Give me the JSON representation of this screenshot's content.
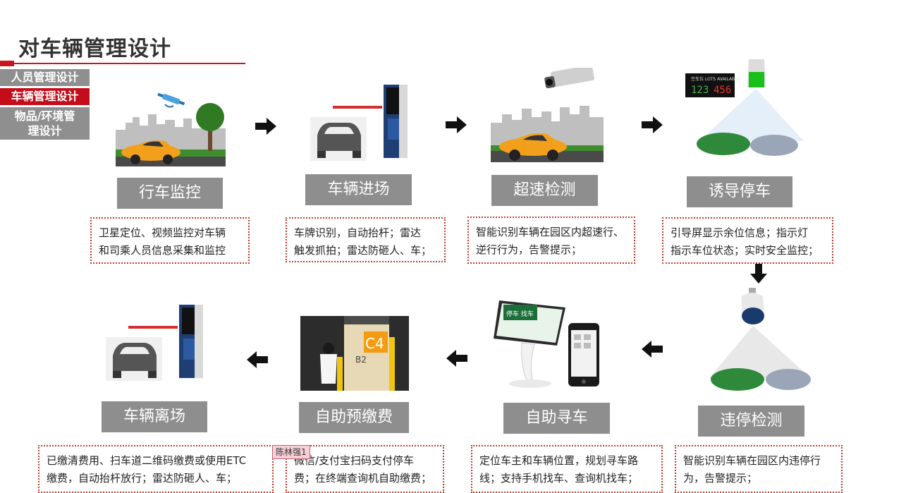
{
  "title": "对车辆管理设计",
  "sidebar": {
    "items": [
      {
        "label": "人员管理设计"
      },
      {
        "label": "车辆管理设计"
      },
      {
        "label": "物品/环境管理设计"
      }
    ]
  },
  "row1": [
    {
      "stage": "行车监控",
      "desc_line1": "卫星定位、视频监控对车辆",
      "desc_line2": "和司乘人员信息采集和监控"
    },
    {
      "stage": "车辆进场",
      "desc_line1": "车牌识别，自动抬杆；雷达",
      "desc_line2": "触发抓拍；雷达防砸人、车；"
    },
    {
      "stage": "超速检测",
      "desc_line1": "智能识别车辆在园区内超速行、",
      "desc_line2": "逆行行为，告警提示；"
    },
    {
      "stage": "诱导停车",
      "desc_line1": "引导屏显示余位信息；指示灯",
      "desc_line2": "指示车位状态；实时安全监控；"
    }
  ],
  "row2": [
    {
      "stage": "车辆离场",
      "desc_line1": "已缴清费用、扫车道二维码缴费或使用ETC",
      "desc_line2": "缴费，自动抬杆放行；雷达防砸人、车；"
    },
    {
      "stage": "自助预缴费",
      "desc_line1": "微信/支付宝扫码支付停车",
      "desc_line2": "费；在终端查询机自助缴费；"
    },
    {
      "stage": "自助寻车",
      "desc_line1": "定位车主和车辆位置，规划寻车路",
      "desc_line2": "线；支持手机找车、查询机找车；"
    },
    {
      "stage": "违停检测",
      "desc_line1": "智能识别车辆在园区内违停行",
      "desc_line2": "为，告警提示；"
    }
  ],
  "screen_text": {
    "lots_label": "空车位 LOTS AVAILABLE",
    "lots_a": "123",
    "lots_b": "456",
    "kiosk_line1": "停车 找车",
    "parking_c4": "C4",
    "parking_b2": "B2"
  },
  "comment": "陈林强1",
  "colors": {
    "accent": "#c30d1a",
    "stage_bg": "#8e8e8e",
    "desc_border": "#c0392b"
  }
}
